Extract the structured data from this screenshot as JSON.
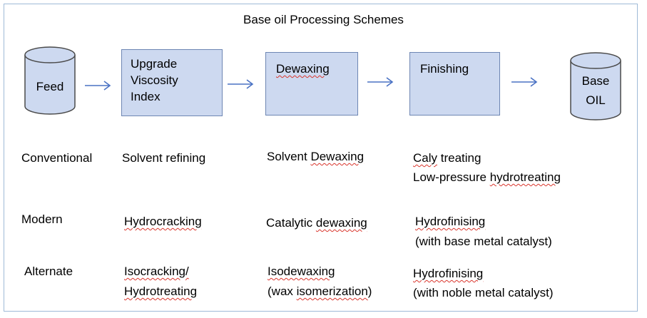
{
  "title": "Base oil Processing Schemes",
  "nodes": {
    "feed": "Feed",
    "upgrade": [
      "Upgrade",
      "Viscosity",
      "Index"
    ],
    "dewaxing": "Dewaxing",
    "finishing": "Finishing",
    "base_oil": [
      "Base",
      "OIL"
    ]
  },
  "rows": [
    {
      "label": "Conventional",
      "upgrade": [
        "Solvent refining"
      ],
      "dewaxing": [
        "Solvent Dewaxing"
      ],
      "finishing": [
        "Caly treating",
        "Low-pressure hydrotreating"
      ]
    },
    {
      "label": "Modern",
      "upgrade": [
        "Hydrocracking"
      ],
      "dewaxing": [
        "Catalytic dewaxing"
      ],
      "finishing": [
        "Hydrofinising",
        "(with base metal catalyst)"
      ]
    },
    {
      "label": "Alternate",
      "upgrade": [
        "Isocracking/",
        "Hydrotreating"
      ],
      "dewaxing": [
        "Isodewaxing",
        "(wax isomerization)"
      ],
      "finishing": [
        "Hydrofinising",
        "(with noble metal catalyst)"
      ]
    }
  ],
  "colors": {
    "box_fill": "#cdd9f0",
    "box_border": "#6e86b3",
    "arrow": "#4a72c4",
    "frame": "#9fbad7"
  }
}
